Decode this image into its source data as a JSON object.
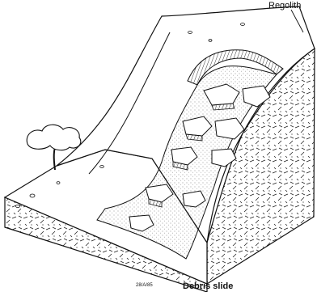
{
  "figure": {
    "labels": {
      "regolith": "Regolith",
      "caption": "Debris slide",
      "drawing_code": "28/A/85"
    },
    "elements": [
      "ground-surface",
      "bedrock-front-face",
      "bedrock-side-face",
      "slope-hillside",
      "scarp",
      "debris-blocks",
      "tree-icon"
    ]
  }
}
